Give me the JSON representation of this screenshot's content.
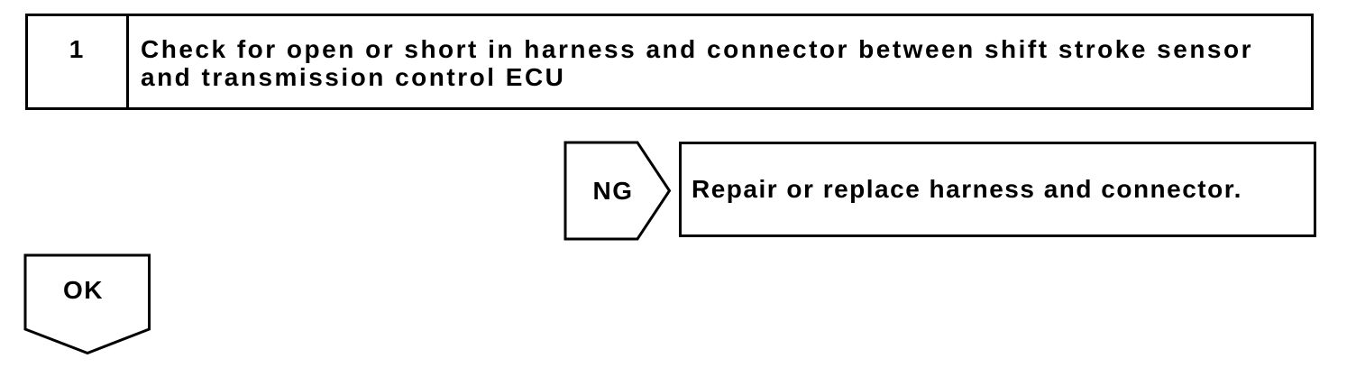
{
  "diagram": {
    "background": "#ffffff",
    "line_color": "#000000",
    "step": {
      "number": "1",
      "title": "Check for open or short in harness and connector between shift stroke sensor and transmission control ECU"
    },
    "ng_branch": {
      "label": "NG",
      "action": "Repair or replace harness and connector."
    },
    "ok_branch": {
      "label": "OK"
    }
  }
}
